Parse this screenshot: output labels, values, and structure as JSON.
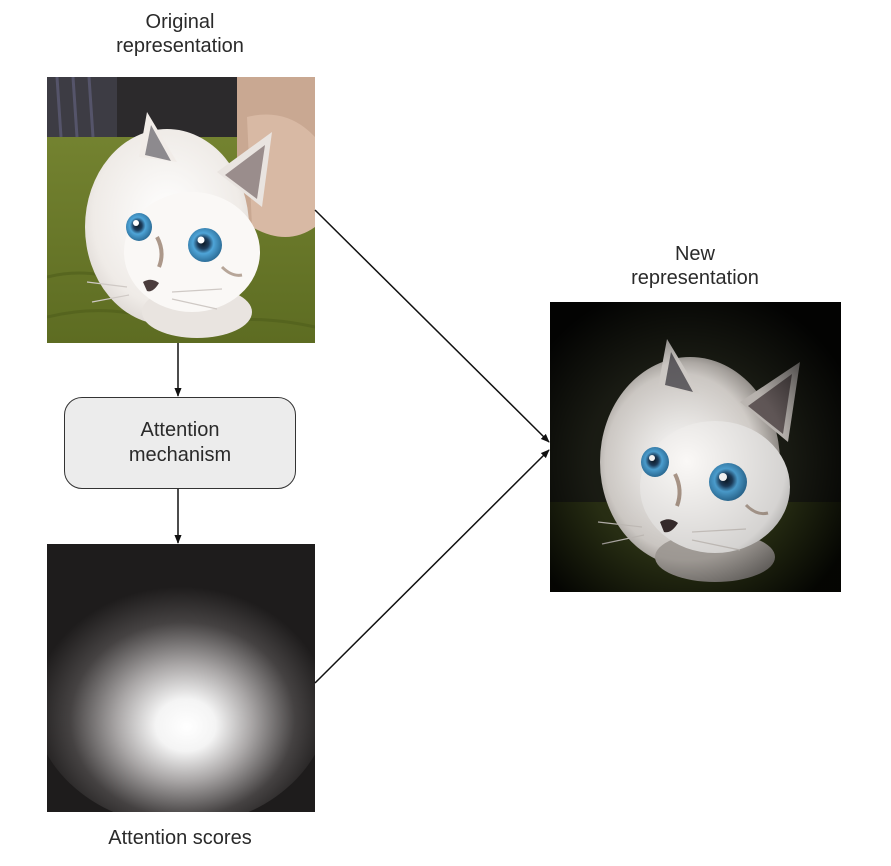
{
  "labels": {
    "original_line1": "Original",
    "original_line2": "representation",
    "new_line1": "New",
    "new_line2": "representation",
    "attention_scores": "Attention scores"
  },
  "mechanism": {
    "line1": "Attention",
    "line2": "mechanism"
  },
  "colors": {
    "mechanism_fill": "#ececec",
    "arrow": "#111111",
    "grass": "#6b7a2c",
    "cat_fur": "#f4f1ee",
    "eye": "#4a9bd1"
  }
}
